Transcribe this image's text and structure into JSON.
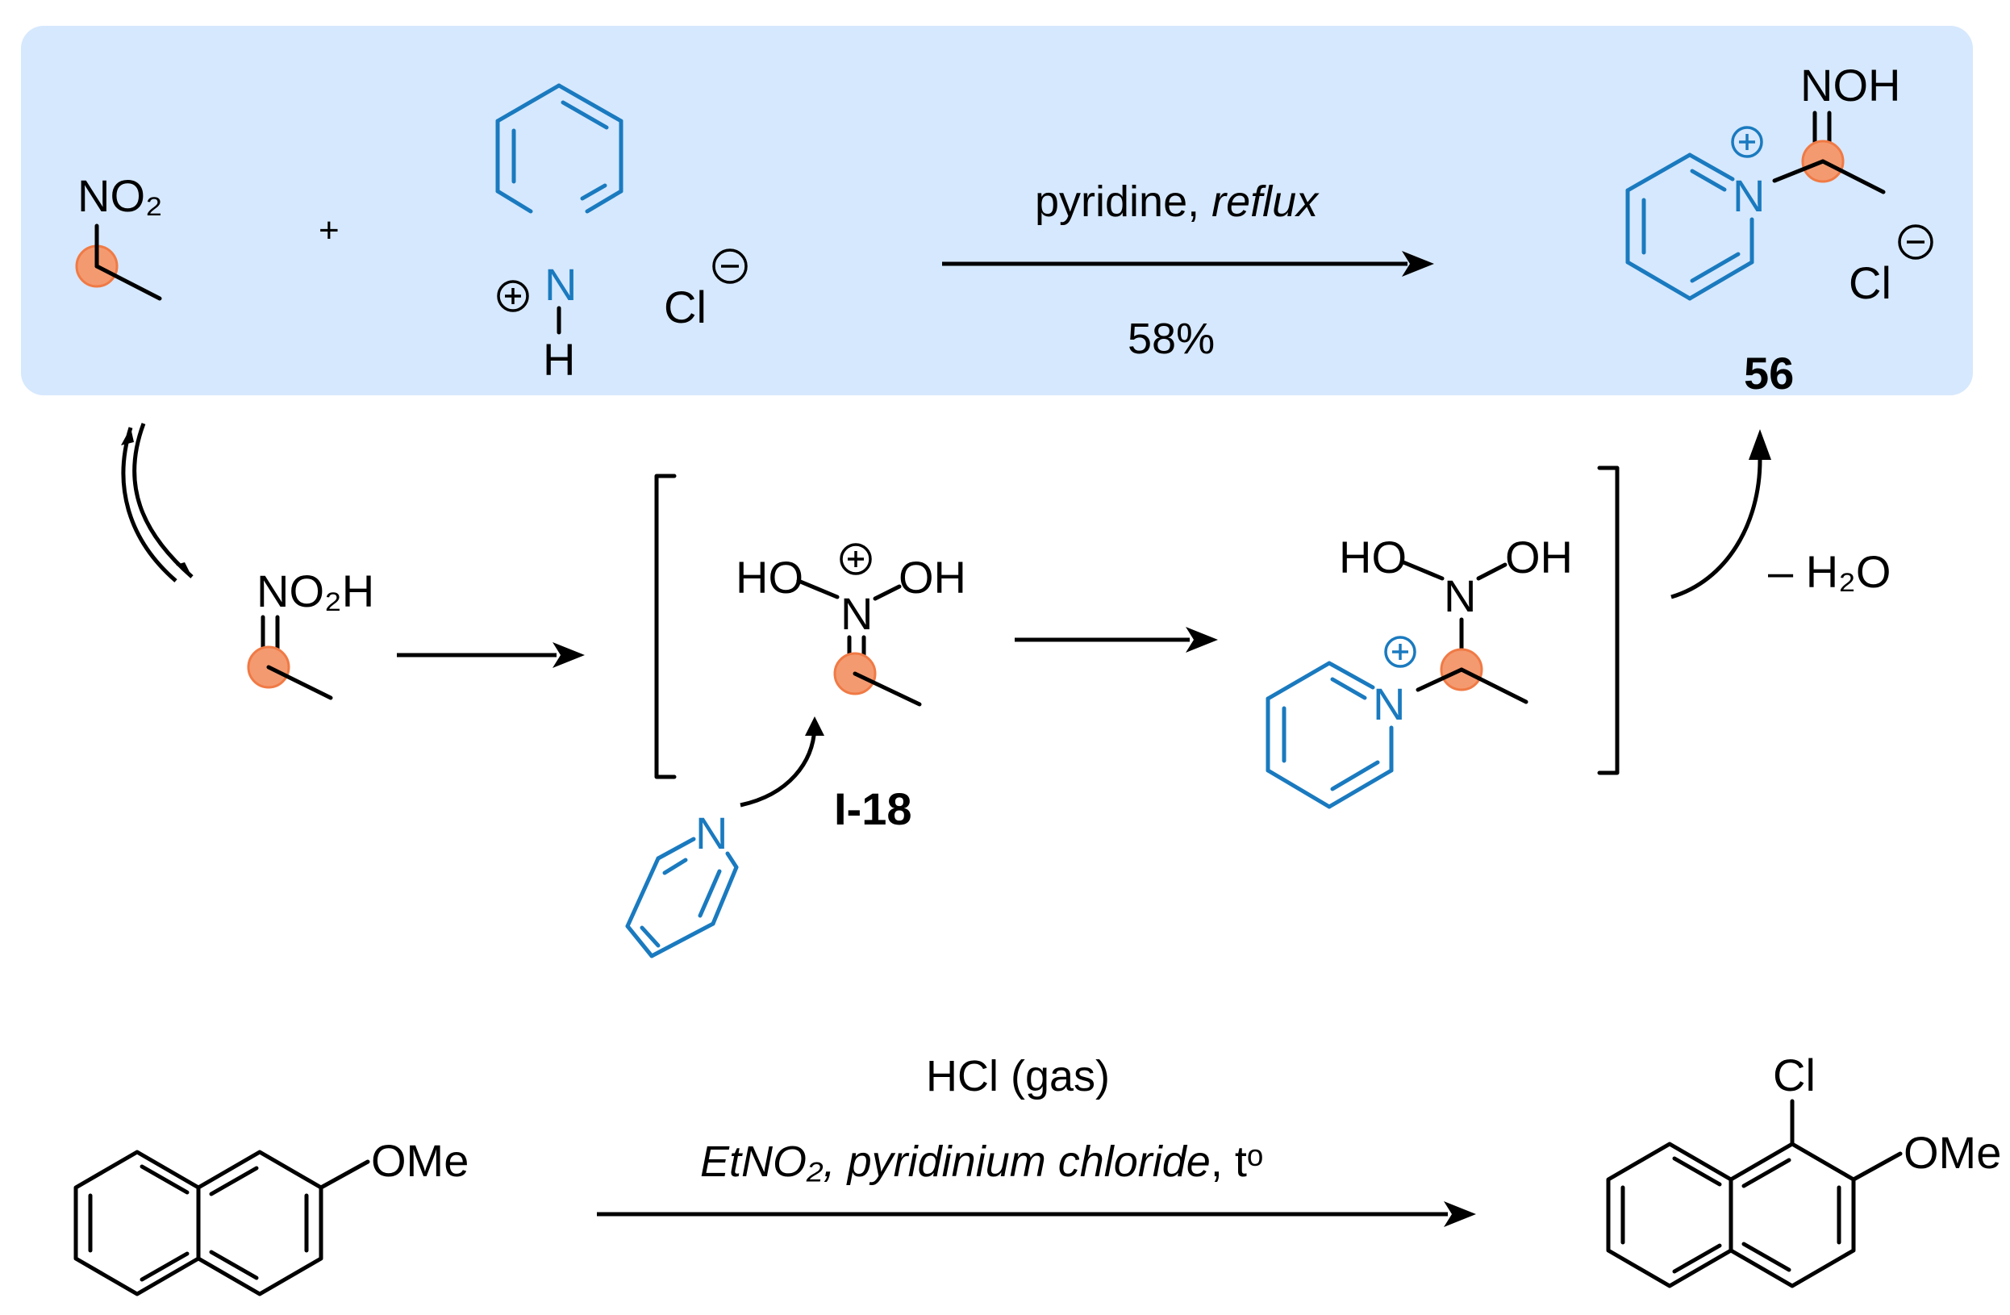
{
  "colors": {
    "highlight_box": "#d6e8fd",
    "pyridine": "#1a7abf",
    "reactive_carbon": "#f49a70"
  },
  "reaction1": {
    "reactant_group": "NO₂",
    "plus": "+",
    "pyridinium_N": "N",
    "pyridinium_H": "H",
    "counterion": "Cl",
    "conditions_top": "pyridine, ",
    "conditions_top_italic": "reflux",
    "yield": "58%",
    "product_group": "NOH",
    "product_N": "N",
    "product_counterion": "Cl",
    "product_number": "56"
  },
  "mechanism": {
    "tautomer_group": "NO₂H",
    "intermediate_left": "HO",
    "intermediate_N": "N",
    "intermediate_right": "OH",
    "intermediate_label": "I-18",
    "nucleophile_N": "N",
    "adduct_left": "HO",
    "adduct_N": "N",
    "adduct_right": "OH",
    "adduct_pyN": "N",
    "elimination": "– H₂O"
  },
  "reaction2": {
    "reagent_top": "HCl (gas)",
    "solvent_italic": "EtNO₂, pyridinium chloride",
    "temperature": ", tᵒ",
    "substrate_group": "OMe",
    "product_cl": "Cl",
    "product_group": "OMe"
  }
}
